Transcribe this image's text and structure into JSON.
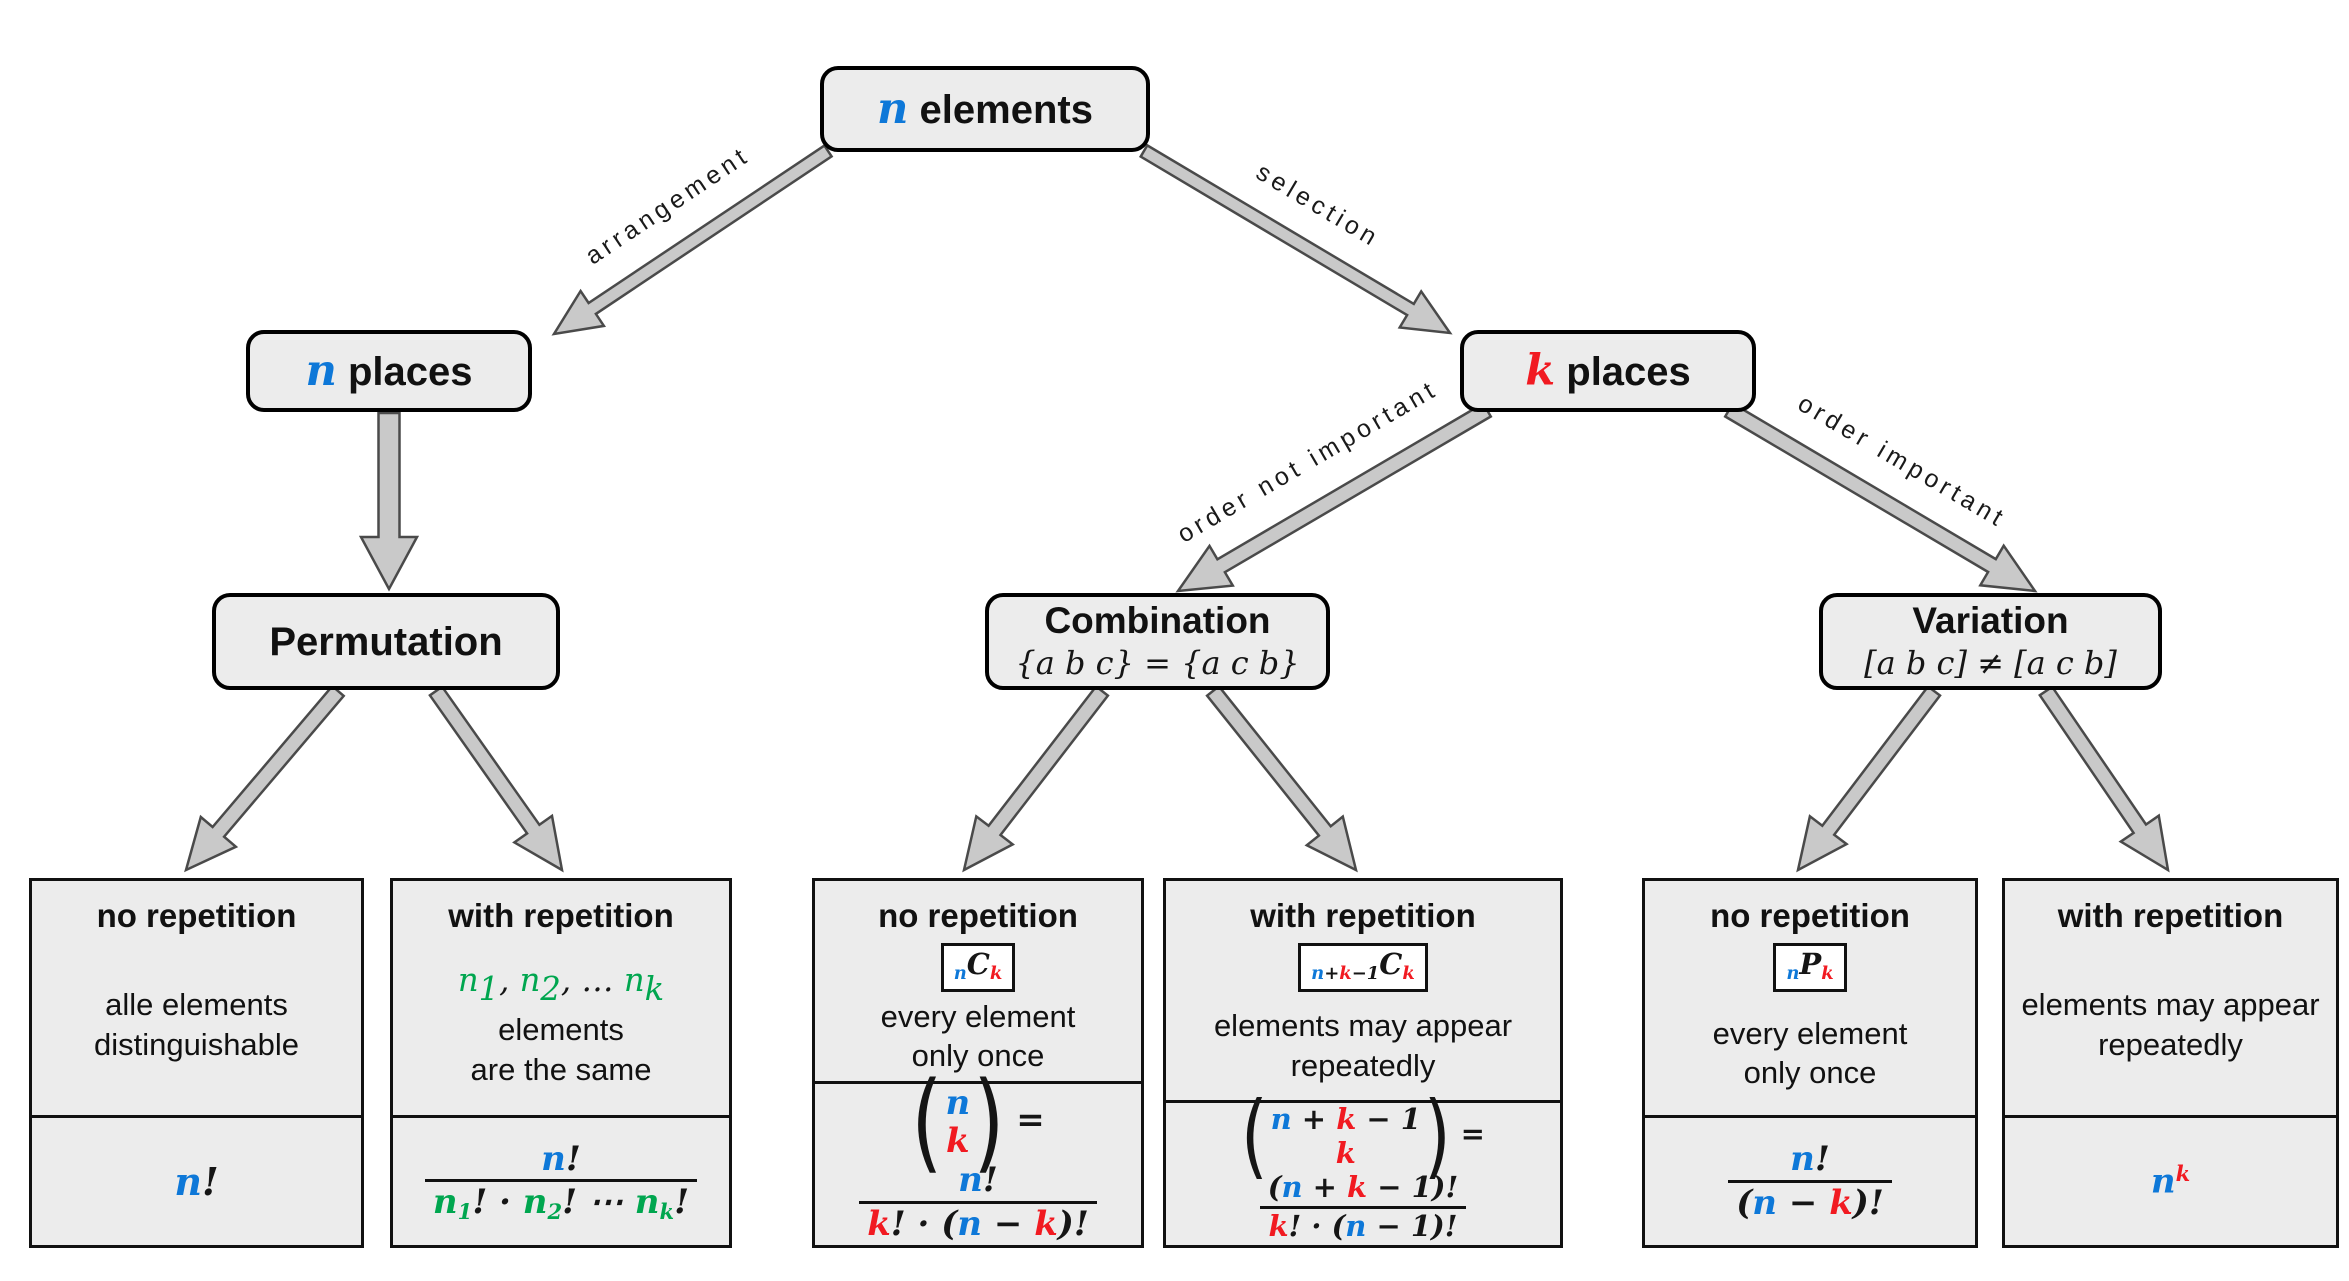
{
  "edges": {
    "arrangement": "arrangement",
    "selection": "selection",
    "order_not_important": "order not important",
    "order_important": "order important"
  },
  "colors": {
    "blue": "#0E78D8",
    "red": "#F11A21",
    "green": "#00A64F",
    "node_fill": "#ececec",
    "arrow_fill": "#c9c9c9"
  },
  "nodes": {
    "root": {
      "title": [
        {
          "t": "n",
          "c": "blue"
        },
        {
          "t": " elements",
          "plain": true
        }
      ]
    },
    "n_places": {
      "title": [
        {
          "t": "n",
          "c": "blue"
        },
        {
          "t": " places",
          "plain": true
        }
      ]
    },
    "k_places": {
      "title": [
        {
          "t": "k",
          "c": "red"
        },
        {
          "t": " places",
          "plain": true
        }
      ]
    },
    "permutation": {
      "title": "Permutation"
    },
    "combination": {
      "title": "Combination",
      "subtitle": [
        {
          "t": "{a b c} = {a c b}",
          "c": "black"
        }
      ]
    },
    "variation": {
      "title": "Variation",
      "subtitle": [
        {
          "t": "[a b c] ≠ [a c b]",
          "c": "black"
        }
      ]
    }
  },
  "leaves": [
    {
      "header": "no repetition",
      "desc": [
        {
          "t": "alle elements",
          "plain": true
        },
        {
          "br": true
        },
        {
          "t": "distinguishable",
          "plain": true
        }
      ],
      "formula": [
        {
          "t": "n",
          "c": "blue"
        },
        {
          "t": "!",
          "c": "black"
        }
      ]
    },
    {
      "header": "with repetition",
      "desc": [
        {
          "t": "n",
          "c": "green"
        },
        {
          "t": "1",
          "c": "green",
          "sub": true
        },
        {
          "t": ", ",
          "c": "black"
        },
        {
          "t": "n",
          "c": "green"
        },
        {
          "t": "2",
          "c": "green",
          "sub": true
        },
        {
          "t": ", … ",
          "c": "black"
        },
        {
          "t": "n",
          "c": "green"
        },
        {
          "t": "k",
          "c": "green",
          "sub": true
        },
        {
          "t": " elements",
          "plain": true
        },
        {
          "br": true
        },
        {
          "t": "are the same",
          "plain": true
        }
      ],
      "formula": [
        {
          "frac": {
            "num": [
              {
                "t": "n",
                "c": "blue"
              },
              {
                "t": "!",
                "c": "black"
              }
            ],
            "den": [
              {
                "t": "n",
                "c": "green"
              },
              {
                "t": "1",
                "c": "green",
                "sub": true
              },
              {
                "t": "! · ",
                "c": "black"
              },
              {
                "t": "n",
                "c": "green"
              },
              {
                "t": "2",
                "c": "green",
                "sub": true
              },
              {
                "t": "! ⋯ ",
                "c": "black"
              },
              {
                "t": "n",
                "c": "green"
              },
              {
                "t": "k",
                "c": "green",
                "sub": true
              },
              {
                "t": "!",
                "c": "black"
              }
            ]
          }
        }
      ]
    },
    {
      "header": "no repetition",
      "badge": [
        {
          "t": "n",
          "c": "blue",
          "sub": true
        },
        {
          "t": "C",
          "c": "black"
        },
        {
          "t": "k",
          "c": "red",
          "sub": true
        }
      ],
      "desc": [
        {
          "t": "every element",
          "plain": true
        },
        {
          "br": true
        },
        {
          "t": "only once",
          "plain": true
        }
      ],
      "formula": [
        {
          "binom": {
            "top": [
              {
                "t": "n",
                "c": "blue"
              }
            ],
            "bot": [
              {
                "t": "k",
                "c": "red"
              }
            ]
          }
        },
        {
          "t": " = ",
          "c": "black"
        },
        {
          "frac": {
            "num": [
              {
                "t": "n",
                "c": "blue"
              },
              {
                "t": "!",
                "c": "black"
              }
            ],
            "den": [
              {
                "t": "k",
                "c": "red"
              },
              {
                "t": "! · (",
                "c": "black"
              },
              {
                "t": "n",
                "c": "blue"
              },
              {
                "t": " − ",
                "c": "black"
              },
              {
                "t": "k",
                "c": "red"
              },
              {
                "t": ")!",
                "c": "black"
              }
            ]
          }
        }
      ]
    },
    {
      "header": "with repetition",
      "badge": [
        {
          "t": "n",
          "c": "blue",
          "sub": true
        },
        {
          "t": "+",
          "c": "black",
          "sub": true
        },
        {
          "t": "k",
          "c": "red",
          "sub": true
        },
        {
          "t": "−1",
          "c": "black",
          "sub": true
        },
        {
          "t": "C",
          "c": "black"
        },
        {
          "t": "k",
          "c": "red",
          "sub": true
        }
      ],
      "desc": [
        {
          "t": "elements may appear",
          "plain": true
        },
        {
          "br": true
        },
        {
          "t": "repeatedly",
          "plain": true
        }
      ],
      "formula": [
        {
          "binom": {
            "top": [
              {
                "t": "n",
                "c": "blue"
              },
              {
                "t": " + ",
                "c": "black"
              },
              {
                "t": "k",
                "c": "red"
              },
              {
                "t": " − 1",
                "c": "black"
              }
            ],
            "bot": [
              {
                "t": "k",
                "c": "red"
              }
            ]
          }
        },
        {
          "t": " = ",
          "c": "black"
        },
        {
          "frac": {
            "num": [
              {
                "t": "(",
                "c": "black"
              },
              {
                "t": "n",
                "c": "blue"
              },
              {
                "t": " + ",
                "c": "black"
              },
              {
                "t": "k",
                "c": "red"
              },
              {
                "t": " − 1)!",
                "c": "black"
              }
            ],
            "den": [
              {
                "t": "k",
                "c": "red"
              },
              {
                "t": "! · (",
                "c": "black"
              },
              {
                "t": "n",
                "c": "blue"
              },
              {
                "t": " − 1)!",
                "c": "black"
              }
            ]
          }
        }
      ]
    },
    {
      "header": "no repetition",
      "badge": [
        {
          "t": "n",
          "c": "blue",
          "sub": true
        },
        {
          "t": "P",
          "c": "black"
        },
        {
          "t": "k",
          "c": "red",
          "sub": true
        }
      ],
      "desc": [
        {
          "t": "every element",
          "plain": true
        },
        {
          "br": true
        },
        {
          "t": "only once",
          "plain": true
        }
      ],
      "formula": [
        {
          "frac": {
            "num": [
              {
                "t": "n",
                "c": "blue"
              },
              {
                "t": "!",
                "c": "black"
              }
            ],
            "den": [
              {
                "t": "(",
                "c": "black"
              },
              {
                "t": "n",
                "c": "blue"
              },
              {
                "t": " − ",
                "c": "black"
              },
              {
                "t": "k",
                "c": "red"
              },
              {
                "t": ")!",
                "c": "black"
              }
            ]
          }
        }
      ]
    },
    {
      "header": "with repetition",
      "desc": [
        {
          "t": "elements may appear",
          "plain": true
        },
        {
          "br": true
        },
        {
          "t": "repeatedly",
          "plain": true
        }
      ],
      "formula": [
        {
          "t": "n",
          "c": "blue"
        },
        {
          "t": "k",
          "c": "red",
          "sup": true
        }
      ]
    }
  ]
}
